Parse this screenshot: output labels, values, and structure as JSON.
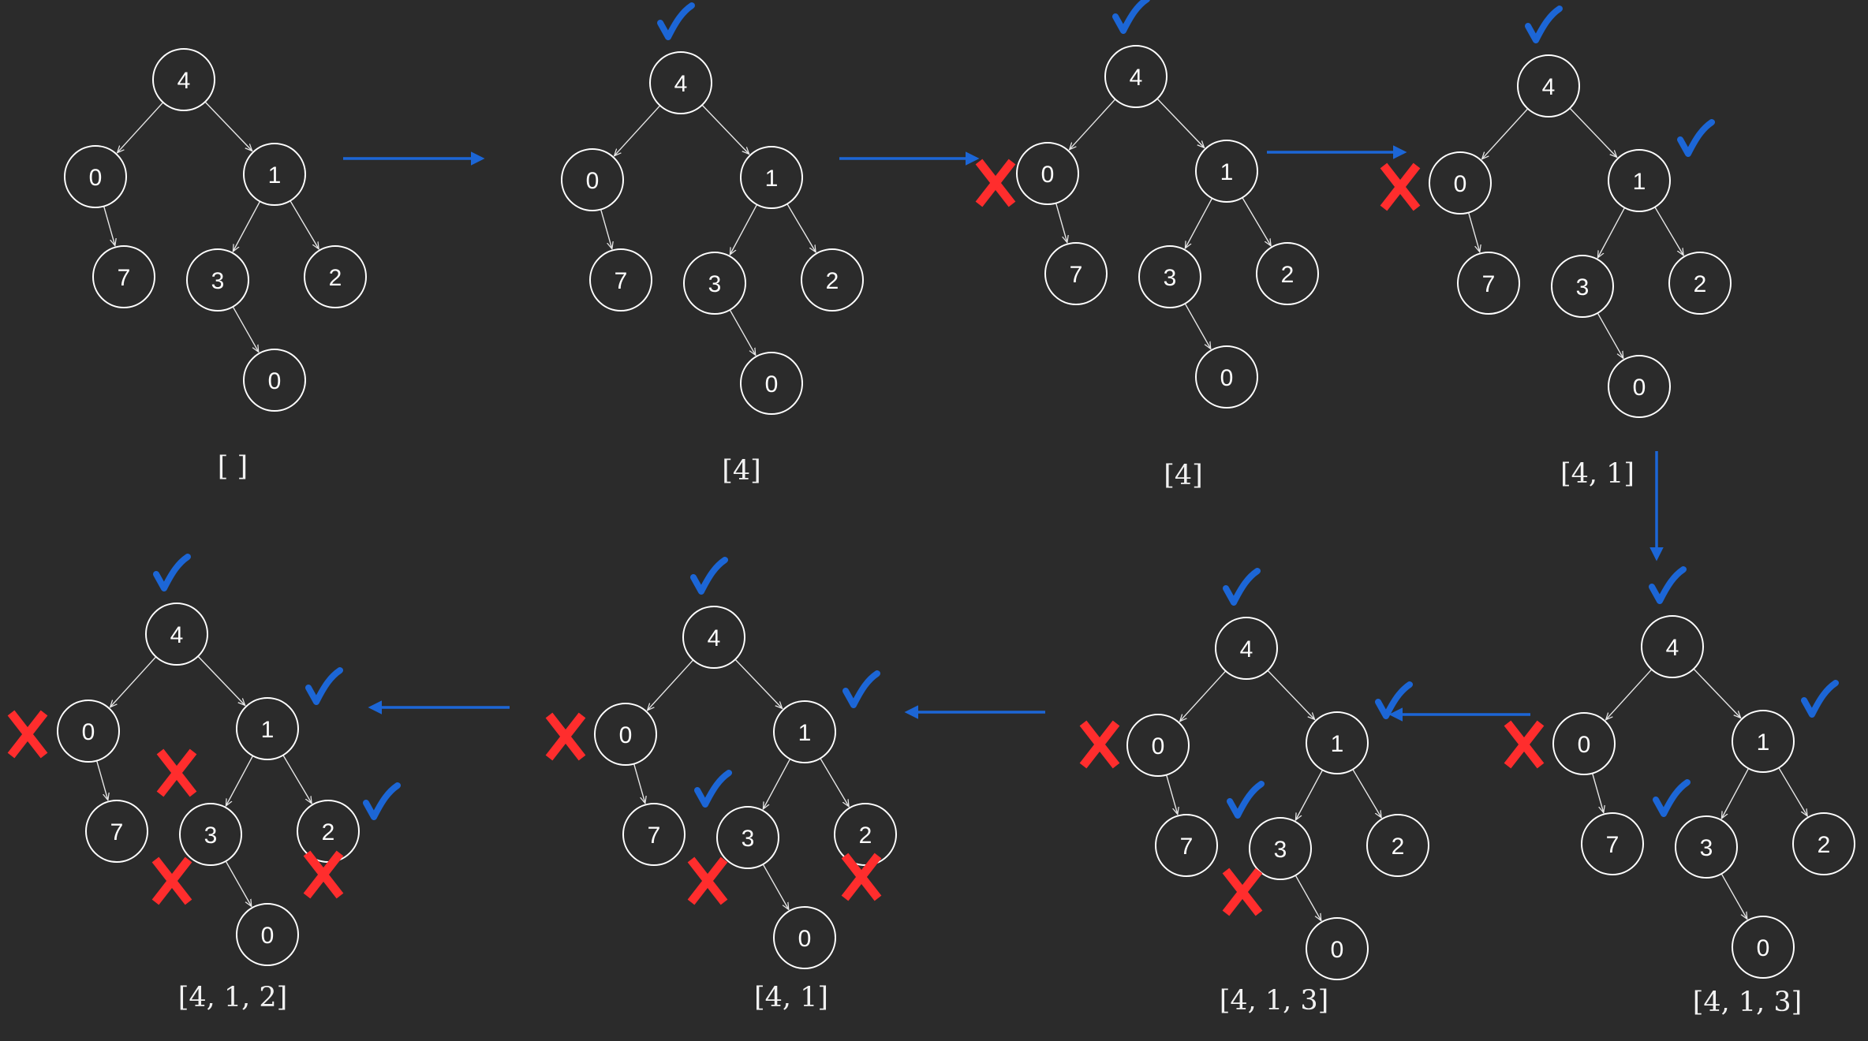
{
  "diagram": {
    "tree_nodes": [
      {
        "id": "root",
        "value": "4"
      },
      {
        "id": "left",
        "value": "0"
      },
      {
        "id": "right",
        "value": "1"
      },
      {
        "id": "left_child",
        "value": "7"
      },
      {
        "id": "right_left",
        "value": "3"
      },
      {
        "id": "right_right",
        "value": "2"
      },
      {
        "id": "rl_child",
        "value": "0"
      }
    ],
    "tree_edges": [
      [
        "root",
        "left"
      ],
      [
        "root",
        "right"
      ],
      [
        "left",
        "left_child"
      ],
      [
        "right",
        "right_left"
      ],
      [
        "right",
        "right_right"
      ],
      [
        "right_left",
        "rl_child"
      ]
    ],
    "steps": [
      {
        "path_label": "[ ]",
        "checked": [],
        "crossed": []
      },
      {
        "path_label": "[4]",
        "checked": [
          "root"
        ],
        "crossed": []
      },
      {
        "path_label": "[4]",
        "checked": [
          "root"
        ],
        "crossed": [
          "left"
        ]
      },
      {
        "path_label": "[4, 1]",
        "checked": [
          "root",
          "right"
        ],
        "crossed": [
          "left"
        ]
      },
      {
        "path_label": "[4, 1, 3]",
        "checked": [
          "root",
          "right",
          "right_left"
        ],
        "crossed": [
          "left"
        ]
      },
      {
        "path_label": "[4, 1, 3]",
        "checked": [
          "root",
          "right",
          "right_left"
        ],
        "crossed": [
          "left",
          "right_left"
        ]
      },
      {
        "path_label": "[4, 1]",
        "checked": [
          "root",
          "right",
          "right_left"
        ],
        "crossed": [
          "left",
          "right_left",
          "rl_child"
        ]
      },
      {
        "path_label": "[4, 1, 2]",
        "checked": [
          "root",
          "right",
          "right_right"
        ],
        "crossed": [
          "left",
          "right_left",
          "rl_child",
          "right_left_b"
        ]
      }
    ],
    "colors": {
      "background": "#2b2b2b",
      "node_stroke": "#ffffff",
      "flow_arrow": "#1c66d6",
      "check": "#1c66d6",
      "cross": "#ff2d2d"
    }
  }
}
